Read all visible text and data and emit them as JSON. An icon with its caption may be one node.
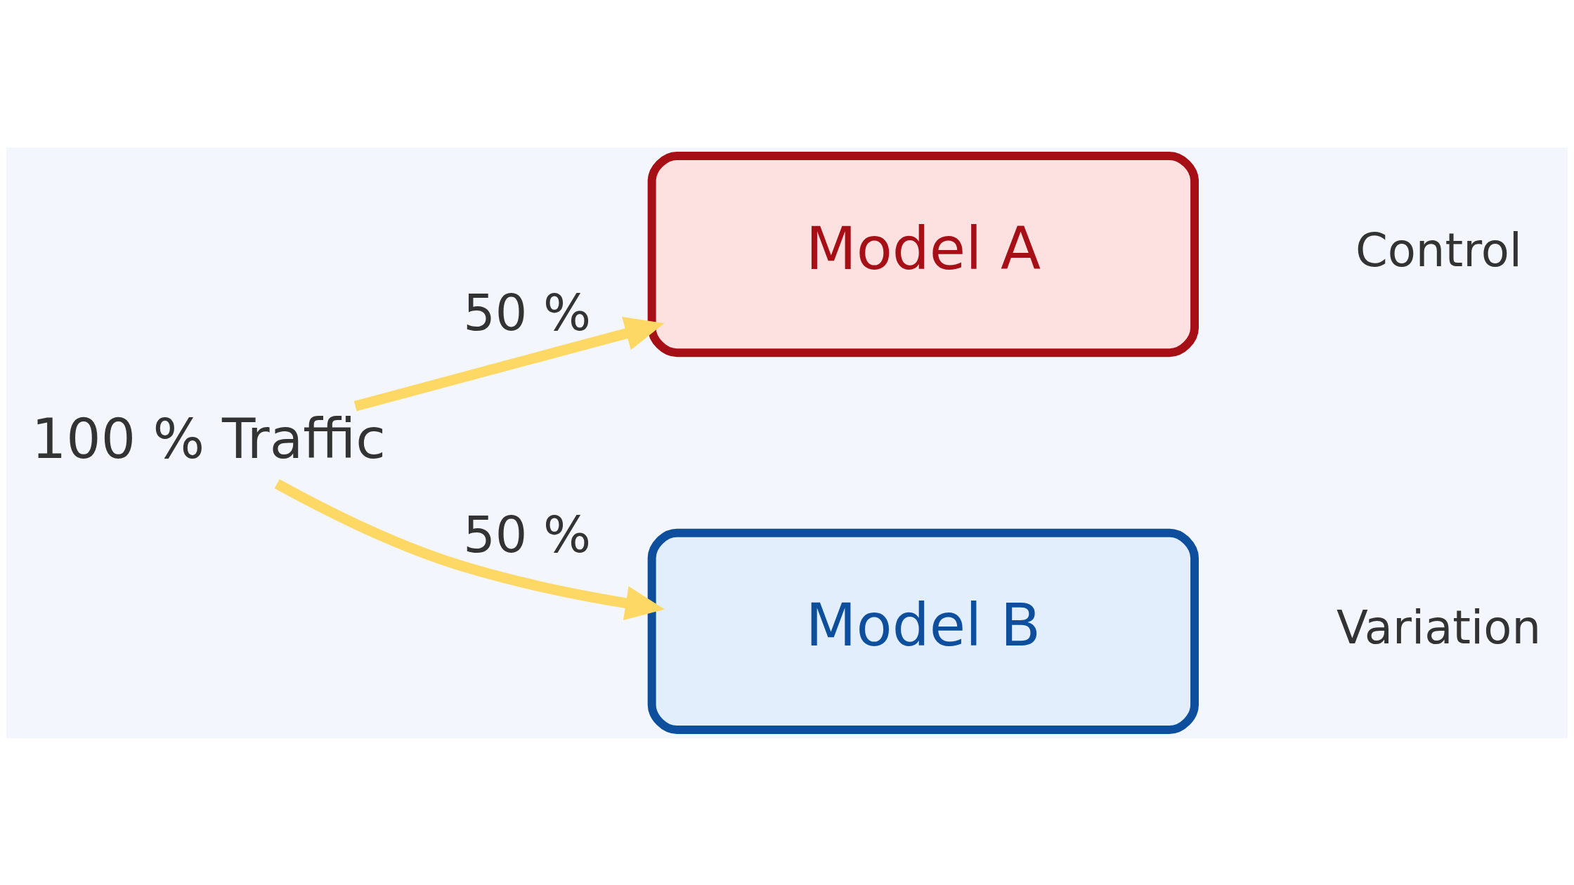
{
  "diagram": {
    "nodes": [
      {
        "text": [
          "100 % Traffic"
        ]
      },
      {
        "text": [
          "Model A"
        ],
        "beside": [
          "Control"
        ]
      },
      {
        "text": [
          "Model B"
        ],
        "beside": [
          "Variation"
        ]
      }
    ],
    "edges": [
      {
        "from": 0,
        "to": 1,
        "arrow": "to",
        "label": "50 %"
      },
      {
        "from": 0,
        "to": 2,
        "arrow": "to",
        "label": "50 %"
      }
    ]
  }
}
